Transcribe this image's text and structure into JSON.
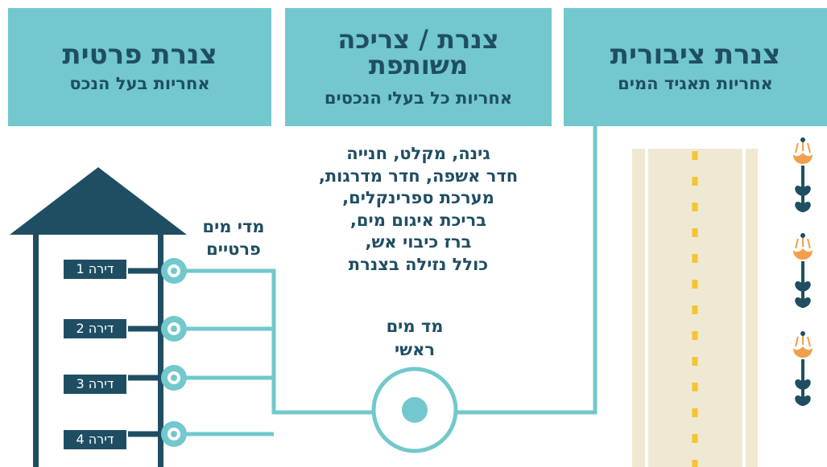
{
  "headers": {
    "private": {
      "title": "צנרת פרטית",
      "subtitle": "אחריות בעל הנכס"
    },
    "shared": {
      "title_line1": "צנרת / צריכה",
      "title_line2": "משותפת",
      "subtitle": "אחריות כל בעלי הנכסים"
    },
    "public": {
      "title": "צנרת ציבורית",
      "subtitle": "אחריות תאגיד המים"
    }
  },
  "shared_items": [
    "גינה, מקלט, חנייה",
    "חדר אשפה, חדר מדרגות,",
    "מערכת ספרינקלים,",
    "בריכת איגום מים,",
    "ברז כיבוי אש,",
    "כולל נזילה בצנרת"
  ],
  "private_meters_label": {
    "line1": "מדי מים",
    "line2": "פרטיים"
  },
  "main_meter_label": {
    "line1": "מד מים",
    "line2": "ראשי"
  },
  "apartments": [
    "דירה 1",
    "דירה 2",
    "דירה 3",
    "דירה 4"
  ],
  "colors": {
    "teal": "#72c8cc",
    "navy": "#1f4e63",
    "road": "#efe9d3",
    "road_dash": "#f6c431",
    "flower": "#f0a04b"
  },
  "icons": [
    "house-outline",
    "water-meter-icon",
    "main-meter-icon",
    "road",
    "flower-icon"
  ]
}
